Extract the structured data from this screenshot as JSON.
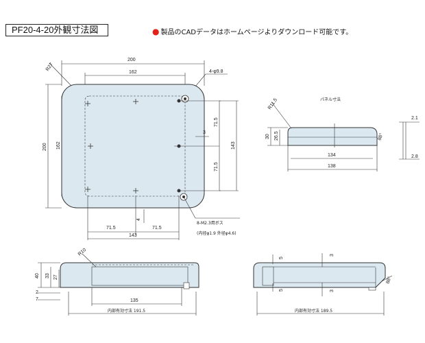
{
  "header": {
    "title": "PF20-4-20外観寸法図",
    "note": "製品のCADデータはホームページよりダウンロード可能です。"
  },
  "top_view": {
    "width": "200",
    "inner": "162",
    "radius": "R27",
    "holes": "4-φ9.8",
    "height": "200",
    "inner_h": "162",
    "d3": "3",
    "d715a": "71.5",
    "d715b": "71.5",
    "d143v": "143",
    "d4": "4",
    "b715a": "71.5",
    "b715b": "71.5",
    "b143": "143",
    "boss": "8-M2.3用ボス",
    "boss_sub": "(内径φ1.9 外径φ4.6)"
  },
  "panel_view": {
    "label": "パネル寸法",
    "radius": "R11.5",
    "h30": "30",
    "h265": "26.5",
    "w134": "134",
    "w138": "138",
    "angle": "88°",
    "t21": "2.1",
    "t28": "2.8"
  },
  "front_view": {
    "radius": "R10",
    "h40": "40",
    "h33": "33",
    "h27": "27",
    "h2": "2",
    "h7": "7",
    "w135": "135",
    "inner": "内部有効寸法 191.5"
  },
  "side_view": {
    "d5a": "5",
    "d3a": "3",
    "d5b": "5",
    "d3b": "3",
    "angle": "88°",
    "inner": "内部有効寸法 189.5"
  }
}
